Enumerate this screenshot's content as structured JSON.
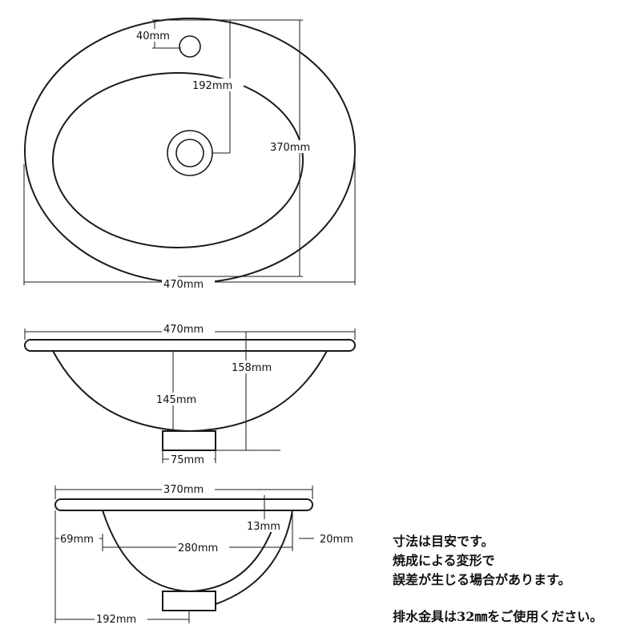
{
  "top_view": {
    "tap_hole": "40mm",
    "drain_offset": "192mm",
    "depth": "370mm",
    "width": "470mm"
  },
  "front_view": {
    "width": "470mm",
    "total_height": "158mm",
    "bowl_depth": "145mm",
    "drain_width": "75mm"
  },
  "side_view": {
    "width": "370mm",
    "rim_thickness": "13mm",
    "left_margin": "69mm",
    "right_margin": "20mm",
    "inner_width": "280mm",
    "drain_offset": "192mm"
  },
  "notes": {
    "line1": "寸法は目安です。",
    "line2": "焼成による変形で",
    "line3": "誤差が生じる場合があります。",
    "line4": "排水金具は32㎜をご使用ください。"
  }
}
